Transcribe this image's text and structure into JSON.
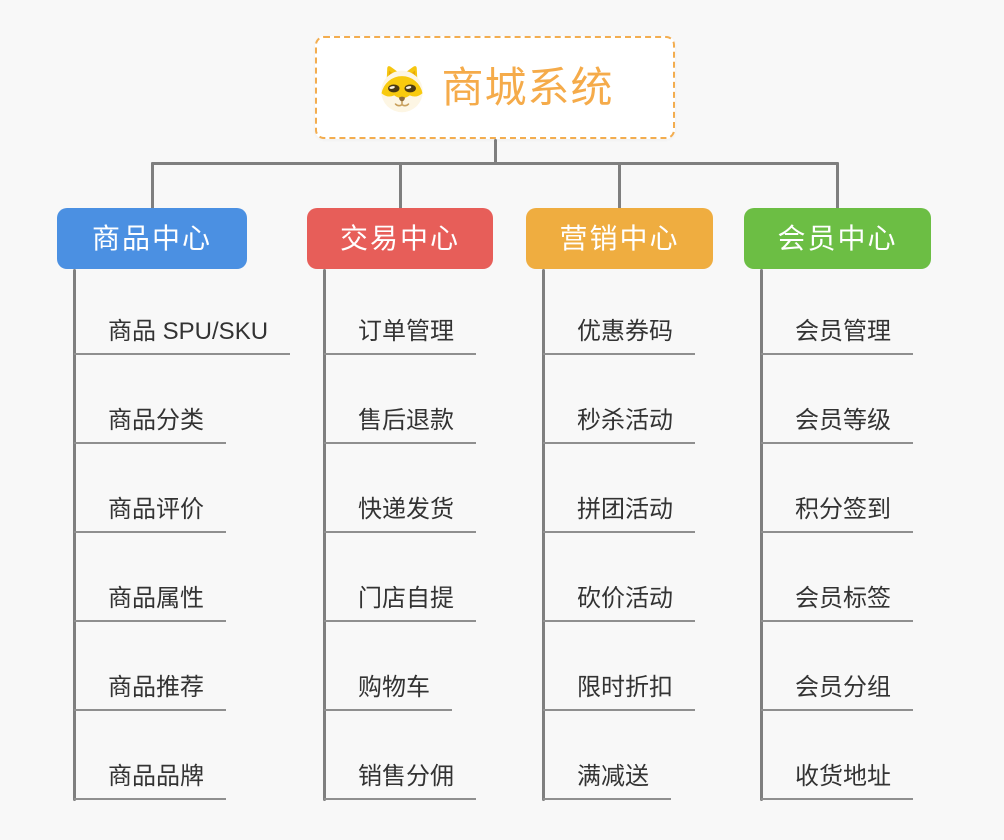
{
  "root": {
    "title": "商城系统",
    "icon": "doge-icon"
  },
  "branches": [
    {
      "label": "商品中心",
      "color": "#4b90e2",
      "items": [
        "商品 SPU/SKU",
        "商品分类",
        "商品评价",
        "商品属性",
        "商品推荐",
        "商品品牌"
      ]
    },
    {
      "label": "交易中心",
      "color": "#e75e59",
      "items": [
        "订单管理",
        "售后退款",
        "快递发货",
        "门店自提",
        "购物车",
        "销售分佣"
      ]
    },
    {
      "label": "营销中心",
      "color": "#efad40",
      "items": [
        "优惠券码",
        "秒杀活动",
        "拼团活动",
        "砍价活动",
        "限时折扣",
        "满减送"
      ]
    },
    {
      "label": "会员中心",
      "color": "#6cbe44",
      "items": [
        "会员管理",
        "会员等级",
        "积分签到",
        "会员标签",
        "会员分组",
        "收货地址"
      ]
    }
  ],
  "colors": {
    "connector": "#7f7f7f",
    "leaf_underline": "#8f8f8f",
    "leaf_text": "#333333",
    "root_accent": "#f5ab4a"
  }
}
